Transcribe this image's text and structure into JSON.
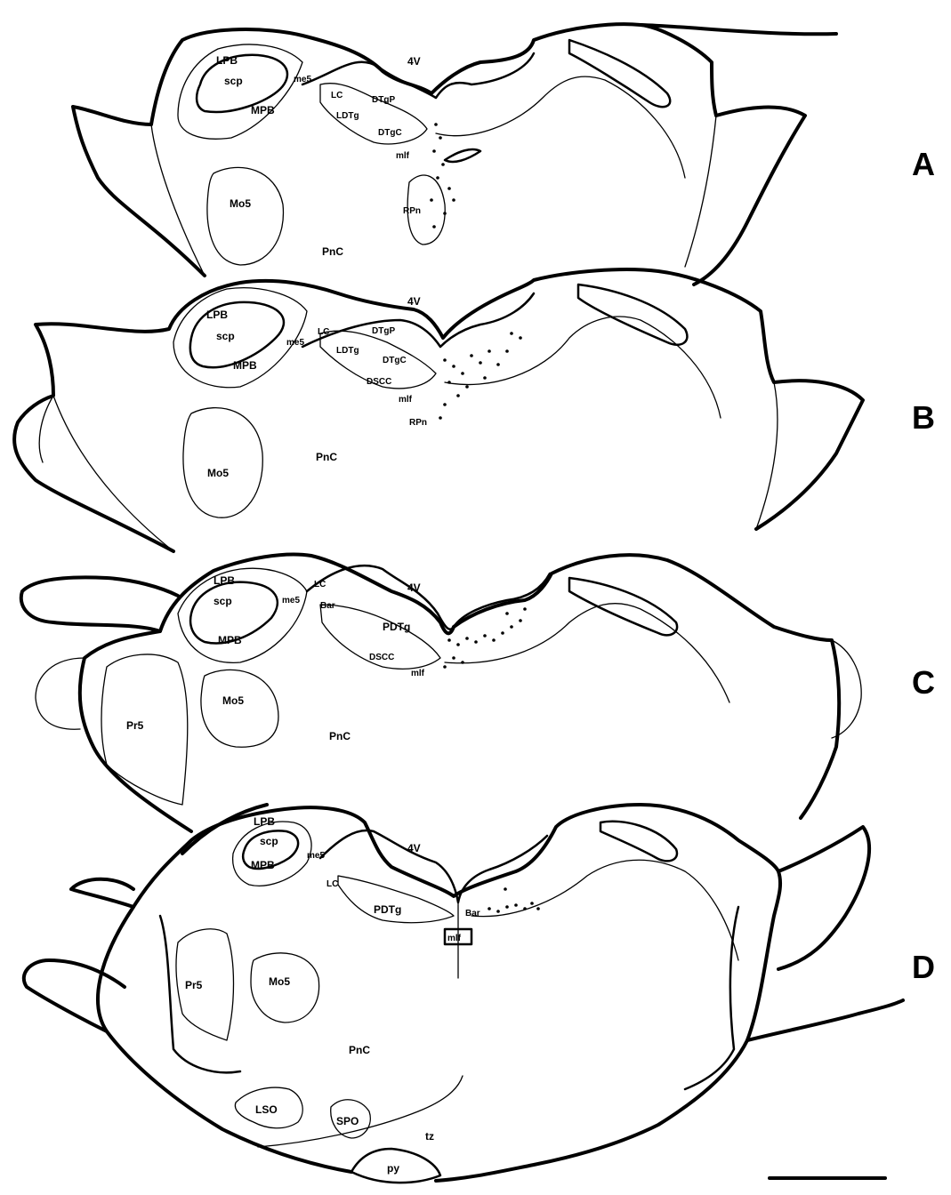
{
  "panels": [
    {
      "letter": "A",
      "labels": {
        "lpb": "LPB",
        "scp": "scp",
        "mpb": "MPB",
        "me5": "me5",
        "lc": "LC",
        "dtgp": "DTgP",
        "ldtg": "LDTg",
        "dtgc": "DTgC",
        "ml": "mlf",
        "mo5": "Mo5",
        "pnc": "PnC",
        "rpn": "RPn",
        "v4": "4V"
      }
    },
    {
      "letter": "B",
      "labels": {
        "lpb": "LPB",
        "scp": "scp",
        "mpb": "MPB",
        "me5": "me5",
        "lc": "LC",
        "dtgp": "DTgP",
        "ldtg": "LDTg",
        "dtgc": "DTgC",
        "dscc": "DSCC",
        "ml": "mlf",
        "rpn": "RPn",
        "mo5": "Mo5",
        "pnc": "PnC",
        "v4": "4V"
      }
    },
    {
      "letter": "C",
      "labels": {
        "lpb": "LPB",
        "scp": "scp",
        "mpb": "MPB",
        "me5": "me5",
        "lc": "LC",
        "bar": "Bar",
        "pdtg": "PDTg",
        "dscc": "DSCC",
        "mlf": "mlf",
        "mo5": "Mo5",
        "pr5": "Pr5",
        "pnc": "PnC",
        "v4": "4V"
      }
    },
    {
      "letter": "D",
      "labels": {
        "lpb": "LPB",
        "scp": "scp",
        "mpb": "MPB",
        "me5": "me5",
        "lc": "LC",
        "pdtg": "PDTg",
        "bar": "Bar",
        "mlf": "mlf",
        "mo5": "Mo5",
        "pr5": "Pr5",
        "pnc": "PnC",
        "lso": "LSO",
        "spo": "SPO",
        "tz": "tz",
        "py": "py",
        "v4": "4V"
      }
    }
  ],
  "scale_bar": {
    "present": true
  }
}
